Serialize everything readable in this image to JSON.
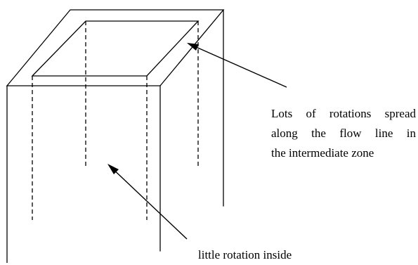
{
  "annotations": {
    "intermediate_zone": {
      "lines": [
        "Lots of rotations spread",
        "along the flow line in",
        "the intermediate zone"
      ]
    },
    "inside": {
      "text": "little rotation inside"
    }
  },
  "colors": {
    "stroke": "#000000",
    "background": "#ffffff"
  }
}
